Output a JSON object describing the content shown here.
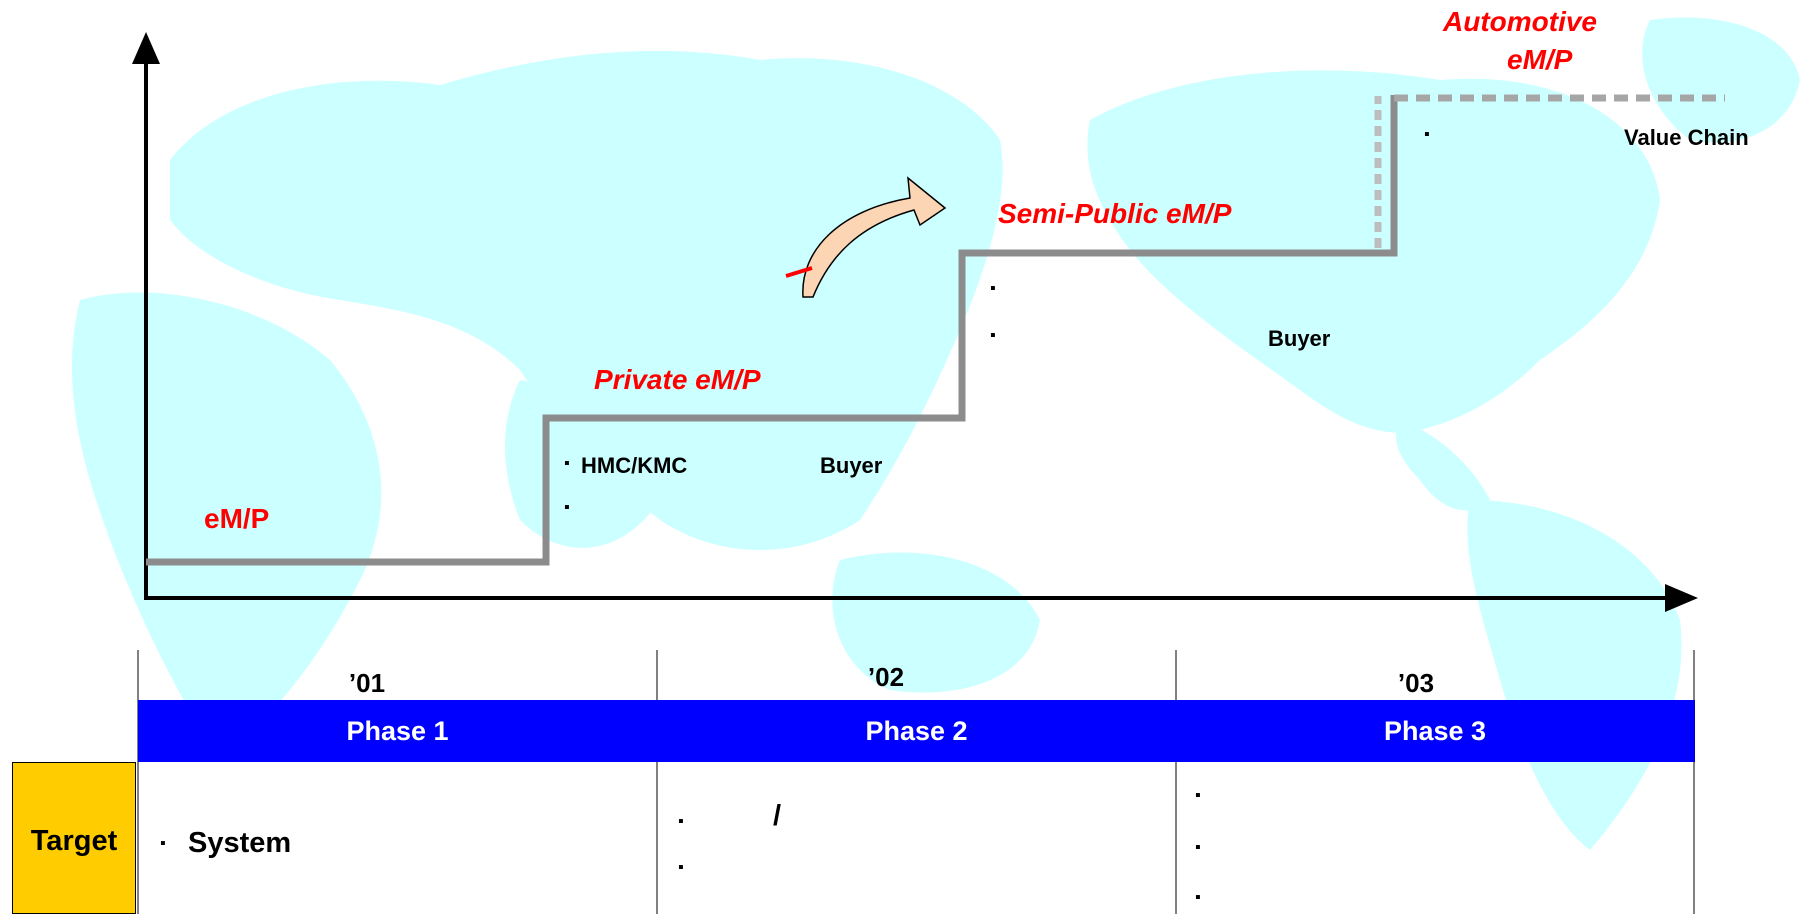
{
  "stages": {
    "em_p": "eM/P",
    "private": "Private eM/P",
    "semi_public": "Semi-Public eM/P",
    "automotive_line1": "Automotive",
    "automotive_line2": "eM/P"
  },
  "notes": {
    "hmc_kmc": "HMC/KMC",
    "buyer_private": "Buyer",
    "buyer_semi": "Buyer",
    "value_chain": "Value Chain"
  },
  "bullet_glyph": "▪",
  "timeline": {
    "years": [
      "’01",
      "’02",
      "’03"
    ],
    "phases": [
      "Phase 1",
      "Phase 2",
      "Phase 3"
    ]
  },
  "target": {
    "label": "Target",
    "phase1_item": "System",
    "phase2_slash": "/"
  },
  "colors": {
    "stage_label": "#ff0000",
    "phase_bar": "#0000ff",
    "target_box": "#ffcc00",
    "step_line": "#8c8c8c",
    "map": "#ccffff"
  }
}
